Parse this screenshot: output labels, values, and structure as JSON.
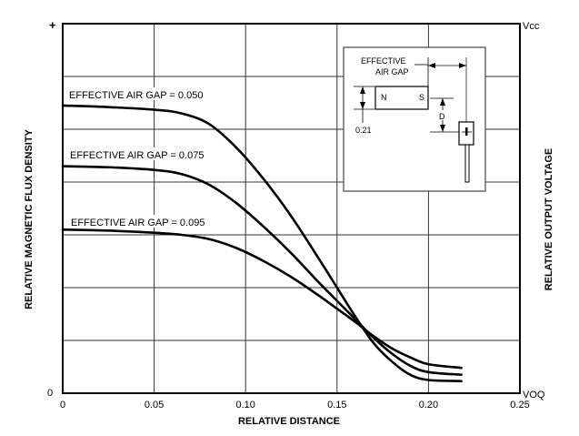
{
  "chart_data": {
    "type": "line",
    "title": "",
    "xlabel": "RELATIVE DISTANCE",
    "ylabel": "RELATIVE MAGNETIC FLUX DENSITY",
    "ylabel_right": "RELATIVE OUTPUT VOLTAGE",
    "xlim": [
      0,
      0.25
    ],
    "ylim": [
      0,
      7
    ],
    "x_ticks": [
      "0",
      "0.05",
      "0.10",
      "0.15",
      "0.20",
      "0.25"
    ],
    "x_tick_values": [
      0,
      0.05,
      0.1,
      0.15,
      0.2,
      0.25
    ],
    "y_left_top": "+",
    "y_left_bottom": "0",
    "y_right_top": "Vcc",
    "y_right_bottom": "VOQ",
    "grid": true,
    "grid_divisions_y": 7,
    "note": "y values in grid divisions (0 = bottom, 7 = top)",
    "series": [
      {
        "name": "EFFECTIVE AIR GAP = 0.050",
        "label": "EFFECTIVE AIR GAP = 0.050",
        "x": [
          0,
          0.025,
          0.05,
          0.065,
          0.08,
          0.095,
          0.11,
          0.125,
          0.14,
          0.15,
          0.16,
          0.17,
          0.18,
          0.19,
          0.2,
          0.218
        ],
        "y": [
          5.45,
          5.42,
          5.37,
          5.3,
          5.1,
          4.65,
          4.05,
          3.35,
          2.55,
          2.0,
          1.45,
          0.95,
          0.6,
          0.35,
          0.25,
          0.23
        ]
      },
      {
        "name": "EFFECTIVE AIR GAP = 0.075",
        "label": "EFFECTIVE AIR GAP = 0.075",
        "x": [
          0,
          0.025,
          0.05,
          0.065,
          0.08,
          0.095,
          0.11,
          0.125,
          0.14,
          0.15,
          0.16,
          0.17,
          0.18,
          0.19,
          0.2,
          0.218
        ],
        "y": [
          4.3,
          4.28,
          4.23,
          4.15,
          3.95,
          3.6,
          3.15,
          2.65,
          2.1,
          1.75,
          1.4,
          1.05,
          0.75,
          0.52,
          0.4,
          0.35
        ]
      },
      {
        "name": "EFFECTIVE AIR GAP = 0.095",
        "label": "EFFECTIVE AIR GAP = 0.095",
        "x": [
          0,
          0.025,
          0.05,
          0.065,
          0.08,
          0.095,
          0.11,
          0.125,
          0.14,
          0.15,
          0.16,
          0.17,
          0.18,
          0.19,
          0.2,
          0.218
        ],
        "y": [
          3.1,
          3.08,
          3.04,
          3.0,
          2.92,
          2.75,
          2.5,
          2.2,
          1.85,
          1.6,
          1.35,
          1.08,
          0.85,
          0.68,
          0.55,
          0.48
        ]
      }
    ],
    "inset": {
      "labels": {
        "effective_line1": "EFFECTIVE",
        "effective_line2": "AIR GAP",
        "magnet_n": "N",
        "magnet_s": "S",
        "distance": "D",
        "thickness": "0.21"
      }
    }
  }
}
